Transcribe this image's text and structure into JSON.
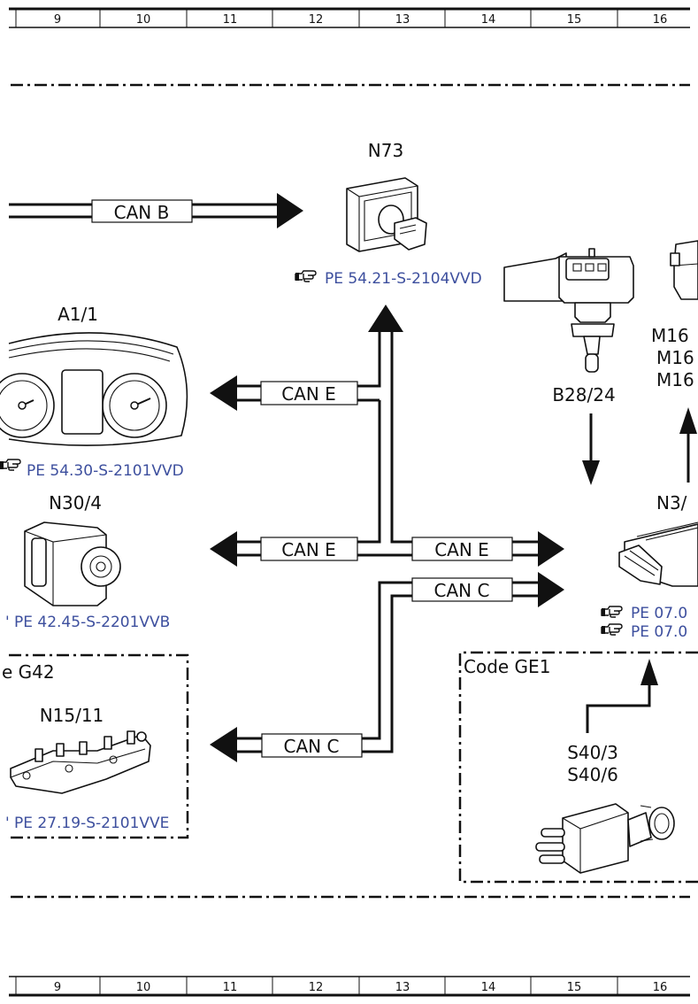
{
  "grid_columns": [
    "9",
    "10",
    "11",
    "12",
    "13",
    "14",
    "15",
    "16"
  ],
  "components": {
    "n73": {
      "label": "N73",
      "ref": "PE 54.21-S-2104VVD"
    },
    "a1_1": {
      "label": "A1/1",
      "ref": "PE 54.30-S-2101VVD"
    },
    "n30_4": {
      "label": "N30/4",
      "ref": "PE 42.45-S-2201VVB"
    },
    "b28_24": {
      "label": "B28/24"
    },
    "m16": {
      "lines": [
        "M16",
        "M16",
        "M16"
      ]
    },
    "n3": {
      "label": "N3/",
      "refs": [
        "PE 07.0",
        "PE 07.0"
      ]
    },
    "n15_11": {
      "label": "N15/11",
      "ref": "PE 27.19-S-2101VVE"
    },
    "s40": {
      "lines": [
        "S40/3",
        "S40/6"
      ]
    }
  },
  "code_boxes": {
    "left": "e G42",
    "right": "Code GE1"
  },
  "bus_labels": {
    "can_b": "CAN B",
    "can_e_top": "CAN E",
    "can_e_mid_left": "CAN E",
    "can_e_mid_right": "CAN E",
    "can_c_right": "CAN C",
    "can_c_bottom": "CAN C"
  },
  "ref_icon": "pointing-hand-icon"
}
